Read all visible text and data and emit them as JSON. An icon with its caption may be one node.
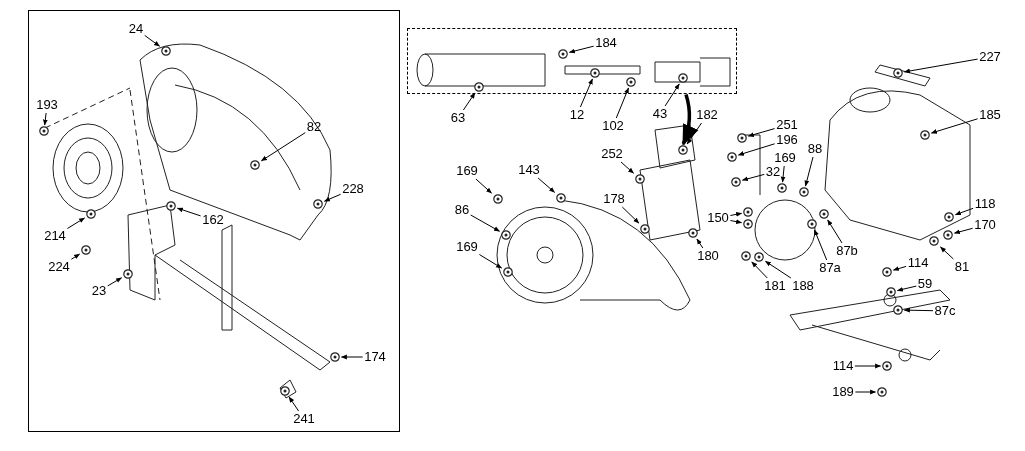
{
  "diagram": {
    "nodes": [
      {
        "text": [],
        "shape": "box"
      },
      {
        "text": [
          "24"
        ],
        "in": 0
      },
      {
        "text": [
          "193"
        ],
        "in": 0
      },
      {
        "text": [
          "82"
        ],
        "in": 0
      },
      {
        "text": [
          "228"
        ],
        "in": 0
      },
      {
        "text": [
          "162"
        ],
        "in": 0
      },
      {
        "text": [
          "214"
        ],
        "in": 0
      },
      {
        "text": [
          "224"
        ],
        "in": 0
      },
      {
        "text": [
          "23"
        ],
        "in": 0
      },
      {
        "text": [
          "174"
        ],
        "in": 0
      },
      {
        "text": [
          "241"
        ],
        "in": 0
      },
      {
        "text": [],
        "shape": "box"
      },
      {
        "text": [
          "184"
        ],
        "in": 11
      },
      {
        "text": [
          "227"
        ]
      },
      {
        "text": [
          "63"
        ]
      },
      {
        "text": [
          "12"
        ]
      },
      {
        "text": [
          "102"
        ]
      },
      {
        "text": [
          "43"
        ]
      },
      {
        "text": [
          "182"
        ]
      },
      {
        "text": [
          "251"
        ]
      },
      {
        "text": [
          "185"
        ]
      },
      {
        "text": [
          "196"
        ]
      },
      {
        "text": [
          "252"
        ]
      },
      {
        "text": [
          "169"
        ]
      },
      {
        "text": [
          "88"
        ]
      },
      {
        "text": [
          "169"
        ]
      },
      {
        "text": [
          "143"
        ]
      },
      {
        "text": [
          "32"
        ]
      },
      {
        "text": [
          "178"
        ]
      },
      {
        "text": [
          "118"
        ]
      },
      {
        "text": [
          "150"
        ]
      },
      {
        "text": [
          "86"
        ]
      },
      {
        "text": [
          "170"
        ]
      },
      {
        "text": [
          "87b"
        ]
      },
      {
        "text": [
          "180"
        ]
      },
      {
        "text": [
          "169"
        ]
      },
      {
        "text": [
          "114"
        ]
      },
      {
        "text": [
          "81"
        ]
      },
      {
        "text": [
          "87a"
        ]
      },
      {
        "text": [
          "59"
        ]
      },
      {
        "text": [
          "181"
        ]
      },
      {
        "text": [
          "188"
        ]
      },
      {
        "text": [
          "87c"
        ]
      },
      {
        "text": [
          "114"
        ]
      },
      {
        "text": [
          "189"
        ]
      },
      {
        "text": [],
        "shape": "picture",
        "in": 0
      },
      {
        "text": [],
        "shape": "picture",
        "in": 0
      },
      {
        "text": [],
        "shape": "picture",
        "in": 0
      },
      {
        "text": [],
        "shape": "picture",
        "in": 0
      },
      {
        "text": [],
        "shape": "picture",
        "in": 0
      },
      {
        "text": [],
        "shape": "picture",
        "in": 0
      },
      {
        "text": [],
        "shape": "picture",
        "in": 0
      },
      {
        "text": [],
        "shape": "picture",
        "in": 0
      },
      {
        "text": [],
        "shape": "picture",
        "in": 0
      },
      {
        "text": [],
        "shape": "picture",
        "in": 0
      },
      {
        "text": [],
        "shape": "picture",
        "in": 11
      },
      {
        "text": [],
        "shape": "picture"
      },
      {
        "text": [],
        "shape": "picture",
        "in": 11
      },
      {
        "text": [],
        "shape": "picture",
        "in": 11
      },
      {
        "text": [],
        "shape": "picture",
        "in": 11
      },
      {
        "text": [],
        "shape": "picture",
        "in": 11
      },
      {
        "text": [],
        "shape": "picture"
      },
      {
        "text": [],
        "shape": "picture"
      },
      {
        "text": [],
        "shape": "picture"
      },
      {
        "text": [],
        "shape": "picture"
      },
      {
        "text": [],
        "shape": "picture"
      },
      {
        "text": [],
        "shape": "picture"
      },
      {
        "text": [],
        "shape": "picture"
      },
      {
        "text": [],
        "shape": "picture"
      },
      {
        "text": [],
        "shape": "picture"
      },
      {
        "text": [],
        "shape": "picture"
      },
      {
        "text": [],
        "shape": "picture"
      },
      {
        "text": [],
        "shape": "picture"
      },
      {
        "text": [],
        "shape": "picture"
      },
      {
        "text": [],
        "shape": "picture"
      },
      {
        "text": [],
        "shape": "picture"
      },
      {
        "text": [],
        "shape": "picture"
      },
      {
        "text": [],
        "shape": "picture"
      },
      {
        "text": [],
        "shape": "picture"
      },
      {
        "text": [],
        "shape": "picture"
      },
      {
        "text": [],
        "shape": "picture"
      },
      {
        "text": [],
        "shape": "picture"
      },
      {
        "text": [],
        "shape": "picture"
      },
      {
        "text": [],
        "shape": "picture"
      },
      {
        "text": [],
        "shape": "picture"
      },
      {
        "text": [],
        "shape": "picture"
      },
      {
        "text": [],
        "shape": "picture"
      },
      {
        "text": [],
        "shape": "picture"
      },
      {
        "text": [],
        "shape": "picture"
      }
    ],
    "edges": [
      {
        "from": 1,
        "to": 45,
        "arrow": "to"
      },
      {
        "from": 2,
        "to": 46,
        "arrow": "to"
      },
      {
        "from": 3,
        "to": 47,
        "arrow": "to"
      },
      {
        "from": 4,
        "to": 48,
        "arrow": "to"
      },
      {
        "from": 5,
        "to": 49,
        "arrow": "to"
      },
      {
        "from": 6,
        "to": 50,
        "arrow": "to"
      },
      {
        "from": 7,
        "to": 51,
        "arrow": "to"
      },
      {
        "from": 8,
        "to": 52,
        "arrow": "to"
      },
      {
        "from": 9,
        "to": 53,
        "arrow": "to"
      },
      {
        "from": 10,
        "to": 54,
        "arrow": "to"
      },
      {
        "from": 12,
        "to": 55,
        "arrow": "to"
      },
      {
        "from": 13,
        "to": 56,
        "arrow": "to"
      },
      {
        "from": 14,
        "to": 57,
        "arrow": "to"
      },
      {
        "from": 15,
        "to": 58,
        "arrow": "to"
      },
      {
        "from": 16,
        "to": 59,
        "arrow": "to"
      },
      {
        "from": 17,
        "to": 60,
        "arrow": "to"
      },
      {
        "from": 18,
        "to": 61,
        "arrow": "to"
      },
      {
        "from": 19,
        "to": 62,
        "arrow": "to"
      },
      {
        "from": 20,
        "to": 63,
        "arrow": "to"
      },
      {
        "from": 21,
        "to": 64,
        "arrow": "to"
      },
      {
        "from": 22,
        "to": 65,
        "arrow": "to"
      },
      {
        "from": 23,
        "to": 66,
        "arrow": "to"
      },
      {
        "from": 24,
        "to": 67,
        "arrow": "to"
      },
      {
        "from": 25,
        "to": 68,
        "arrow": "to"
      },
      {
        "from": 26,
        "to": 69,
        "arrow": "to"
      },
      {
        "from": 27,
        "to": 70,
        "arrow": "to"
      },
      {
        "from": 28,
        "to": 71,
        "arrow": "to"
      },
      {
        "from": 29,
        "to": 72,
        "arrow": "to"
      },
      {
        "from": 30,
        "to": 73,
        "arrow": "to"
      },
      {
        "from": 30,
        "to": 74,
        "arrow": "to"
      },
      {
        "from": 31,
        "to": 75,
        "arrow": "to"
      },
      {
        "from": 32,
        "to": 76,
        "arrow": "to"
      },
      {
        "from": 33,
        "to": 77,
        "arrow": "to"
      },
      {
        "from": 34,
        "to": 78,
        "arrow": "to"
      },
      {
        "from": 35,
        "to": 79,
        "arrow": "to"
      },
      {
        "from": 36,
        "to": 80,
        "arrow": "to"
      },
      {
        "from": 37,
        "to": 81,
        "arrow": "to"
      },
      {
        "from": 38,
        "to": 82,
        "arrow": "to"
      },
      {
        "from": 39,
        "to": 83,
        "arrow": "to"
      },
      {
        "from": 40,
        "to": 84,
        "arrow": "to"
      },
      {
        "from": 41,
        "to": 85,
        "arrow": "to"
      },
      {
        "from": 42,
        "to": 86,
        "arrow": "to"
      },
      {
        "from": 43,
        "to": 87,
        "arrow": "to"
      },
      {
        "from": 44,
        "to": 88,
        "arrow": "to"
      },
      {
        "from": 11,
        "to": 61,
        "arrow": "to",
        "style": "thick"
      }
    ]
  }
}
